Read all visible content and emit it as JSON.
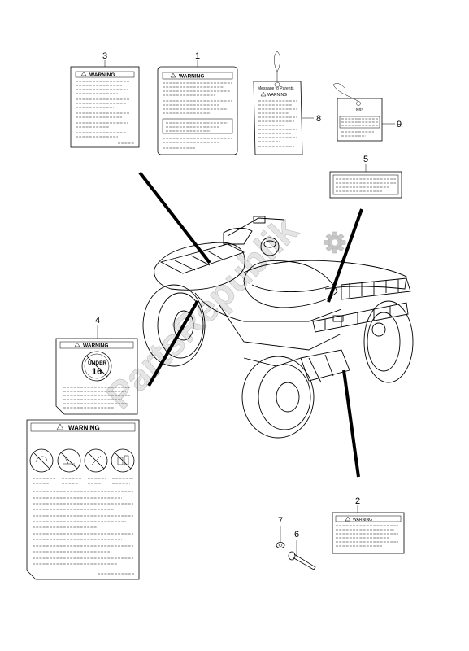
{
  "watermark": "PartsRepublik",
  "callouts": [
    {
      "id": "c3",
      "text": "3"
    },
    {
      "id": "c1",
      "text": "1"
    },
    {
      "id": "c8",
      "text": "8"
    },
    {
      "id": "c9",
      "text": "9"
    },
    {
      "id": "c5",
      "text": "5"
    },
    {
      "id": "c4",
      "text": "4"
    },
    {
      "id": "c2",
      "text": "2"
    },
    {
      "id": "c7",
      "text": "7"
    },
    {
      "id": "c6",
      "text": "6"
    }
  ],
  "labels": {
    "warning_title": "WARNING",
    "parent_message": "Message to Parents",
    "under_16_line1": "UNDER",
    "under_16_line2": "16",
    "tag_code": "N93"
  }
}
